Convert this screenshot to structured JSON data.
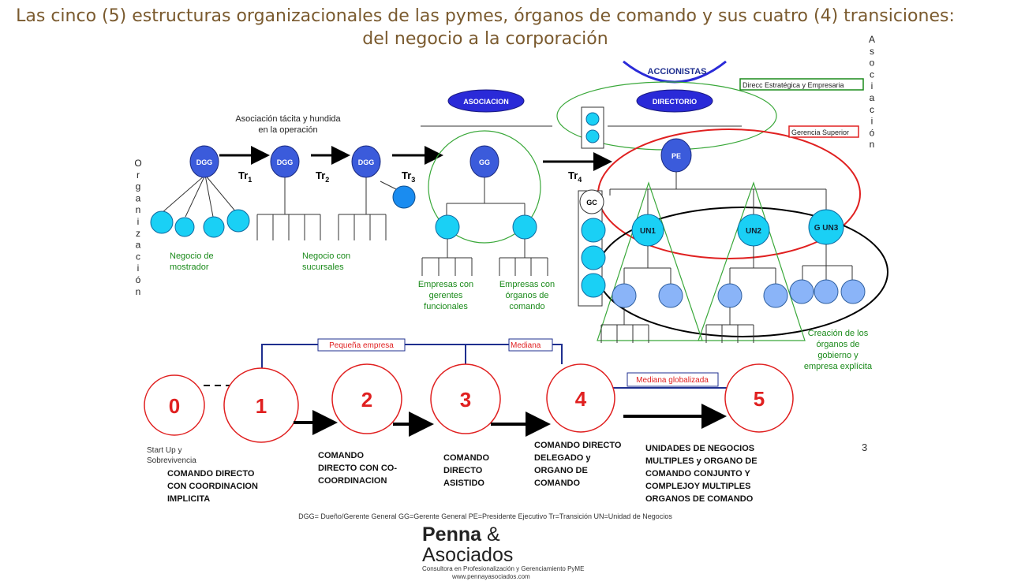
{
  "title": "Las cinco (5) estructuras organizacionales de las pymes, órganos de comando y sus cuatro (4) transiciones: del negocio a la corporación",
  "side_left": [
    "O",
    "r",
    "g",
    "a",
    "n",
    "i",
    "z",
    "a",
    "c",
    "i",
    "ó",
    "n"
  ],
  "side_right": [
    "A",
    "s",
    "o",
    "c",
    "i",
    "a",
    "c",
    "i",
    "ó",
    "n"
  ],
  "nodes": {
    "dgg": "DGG",
    "gg": "GG",
    "pe": "PE",
    "gc": "GC",
    "un1": "UN1",
    "un2": "UN2",
    "gun3": "G UN3"
  },
  "transitions": {
    "tr1": "Tr",
    "tr2": "Tr",
    "tr3": "Tr",
    "tr4": "Tr",
    "sub1": "1",
    "sub2": "2",
    "sub3": "3",
    "sub4": "4"
  },
  "labels": {
    "asociacion_tacita_1": "Asociación tácita y hundida",
    "asociacion_tacita_2": "en la operación",
    "negocio_mostrador_1": "Negocio de",
    "negocio_mostrador_2": "mostrador",
    "negocio_sucursales_1": "Negocio con",
    "negocio_sucursales_2": "sucursales",
    "empresas_gerentes_1": "Empresas con",
    "empresas_gerentes_2": "gerentes",
    "empresas_gerentes_3": "funcionales",
    "empresas_organos_1": "Empresas con",
    "empresas_organos_2": "órganos de",
    "empresas_organos_3": "comando",
    "creacion_1": "Creación de los",
    "creacion_2": "órganos de",
    "creacion_3": "gobierno y",
    "creacion_4": "empresa explícita",
    "accionistas": "ACCIONISTAS",
    "asociacion_pill": "ASOCIACION",
    "directorio_pill": "DIRECTORIO",
    "direcc_estrategica": "Direcc Estratégica y Empresaria",
    "gerencia_superior": "Gerencia Superior"
  },
  "stages": {
    "s0": "0",
    "s1": "1",
    "s2": "2",
    "s3": "3",
    "s4": "4",
    "s5": "5"
  },
  "brackets": {
    "pequena": "Pequeña empresa",
    "mediana": "Mediana",
    "globalizada": "Mediana globalizada"
  },
  "stage_desc": {
    "startup_1": "Start Up y",
    "startup_2": "Sobrevivencia",
    "d1_1": "COMANDO DIRECTO",
    "d1_2": "CON COORDINACION",
    "d1_3": "IMPLICITA",
    "d2_1": "COMANDO",
    "d2_2": "DIRECTO CON CO-",
    "d2_3": "COORDINACION",
    "d3_1": "COMANDO",
    "d3_2": "DIRECTO",
    "d3_3": "ASISTIDO",
    "d4_1": "COMANDO DIRECTO",
    "d4_2": "DELEGADO y",
    "d4_3": "ORGANO DE",
    "d4_4": "COMANDO",
    "d5_1": "UNIDADES DE NEGOCIOS",
    "d5_2": "MULTIPLES y ORGANO DE",
    "d5_3": "COMANDO CONJUNTO  Y",
    "d5_4": "COMPLEJOY MULTIPLES",
    "d5_5": "ORGANOS DE COMANDO"
  },
  "page_number": "3",
  "footer_note": "DGG= Dueño/Gerente General    GG=Gerente General    PE=Presidente Ejecutivo     Tr=Transición    UN=Unidad de Negocios",
  "logo": {
    "name": "Penna",
    "amp": "&",
    "name2": "Asociados",
    "tagline": "Consultora en Profesionalización y Gerenciamiento PyME",
    "url": "www.pennayasociados.com"
  },
  "colors": {
    "node_dark": "#3b5bdb",
    "node_light": "#1ad0f5",
    "node_pale": "#8ab4f8",
    "stage_red": "#e02020",
    "bracket_navy": "#1f2f8f",
    "label_green": "#1a8a1a",
    "title_brown": "#7a5a2e"
  }
}
